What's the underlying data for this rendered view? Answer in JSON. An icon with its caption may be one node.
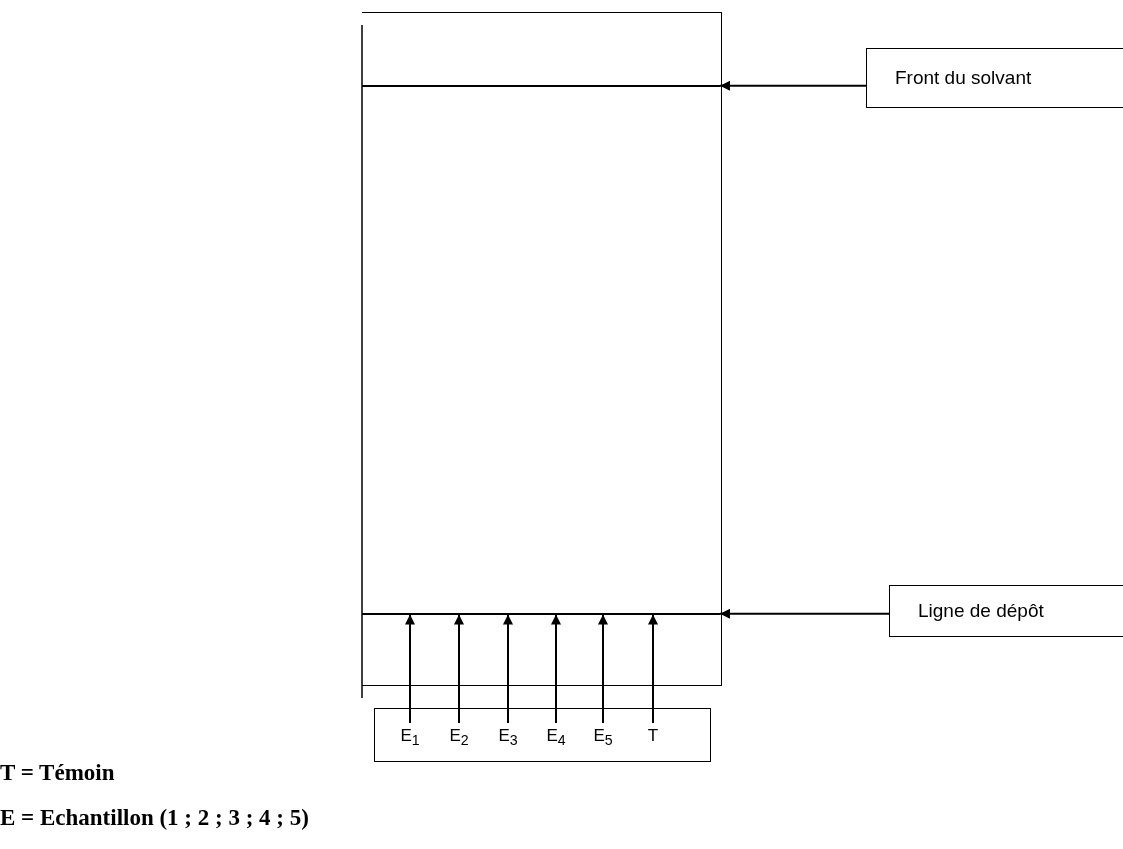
{
  "diagram": {
    "nodes": [
      {
        "text": [],
        "shape": "box"
      },
      {
        "text": [],
        "shape": "bar",
        "in": 0
      },
      {
        "text": [],
        "shape": "bar",
        "in": 0
      },
      {
        "text": [
          "Front du solvant"
        ]
      },
      {
        "text": [
          "Ligne de dépôt"
        ]
      },
      {
        "text": [],
        "shape": "box"
      },
      {
        "text": [
          "E$_{1}$"
        ],
        "in": 5
      },
      {
        "text": [
          "E$_{2}$"
        ],
        "in": 5
      },
      {
        "text": [
          "E$_{3}$"
        ],
        "in": 5
      },
      {
        "text": [
          "E$_{4}$"
        ],
        "in": 5
      },
      {
        "text": [
          "E$_{5}$"
        ],
        "in": 5
      },
      {
        "text": [
          "T"
        ],
        "in": 5
      }
    ],
    "edges": [
      {
        "from": 3,
        "to": 1,
        "arrow": "to"
      },
      {
        "from": 4,
        "to": 2,
        "arrow": "to"
      },
      {
        "from": 6,
        "to": 2,
        "arrow": "to"
      },
      {
        "from": 7,
        "to": 2,
        "arrow": "to"
      },
      {
        "from": 8,
        "to": 2,
        "arrow": "to"
      },
      {
        "from": 9,
        "to": 2,
        "arrow": "to"
      },
      {
        "from": 10,
        "to": 2,
        "arrow": "to"
      },
      {
        "from": 11,
        "to": 2,
        "arrow": "to"
      }
    ],
    "labels": [
      "T = Témoin",
      "E = Echantillon (1 ; 2 ; 3 ; 4 ; 5)"
    ]
  }
}
